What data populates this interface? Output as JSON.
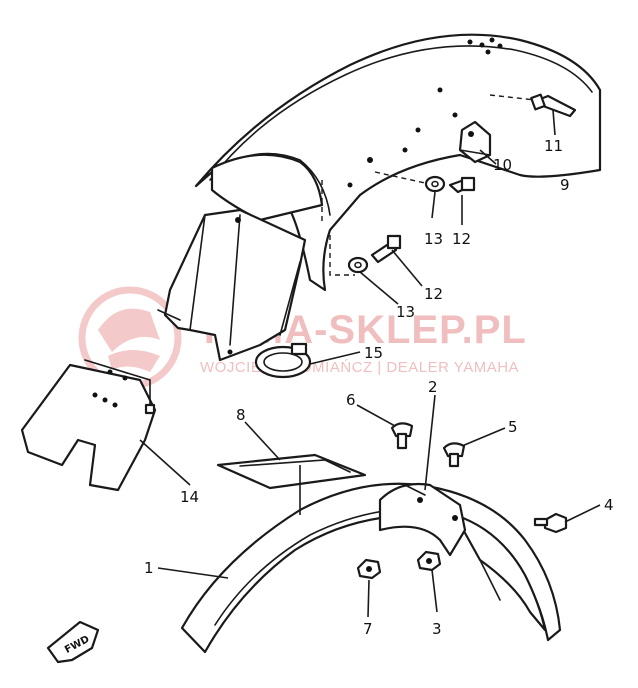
{
  "watermark": {
    "title": "YAMA-SKLEP.PL",
    "subtitle": "WOJCIECH ROMIAŃCZ | DEALER YAMAHA",
    "color": "#e58a8a"
  },
  "direction_label": "FWD",
  "callouts": [
    {
      "id": "c1",
      "label": "1"
    },
    {
      "id": "c2",
      "label": "2"
    },
    {
      "id": "c3",
      "label": "3"
    },
    {
      "id": "c4",
      "label": "4"
    },
    {
      "id": "c5",
      "label": "5"
    },
    {
      "id": "c6",
      "label": "6"
    },
    {
      "id": "c7",
      "label": "7"
    },
    {
      "id": "c8",
      "label": "8"
    },
    {
      "id": "c9",
      "label": "9"
    },
    {
      "id": "c10",
      "label": "10"
    },
    {
      "id": "c11",
      "label": "11"
    },
    {
      "id": "c12a",
      "label": "12"
    },
    {
      "id": "c12b",
      "label": "12"
    },
    {
      "id": "c13a",
      "label": "13"
    },
    {
      "id": "c13b",
      "label": "13"
    },
    {
      "id": "c14",
      "label": "14"
    },
    {
      "id": "c15",
      "label": "15"
    }
  ]
}
